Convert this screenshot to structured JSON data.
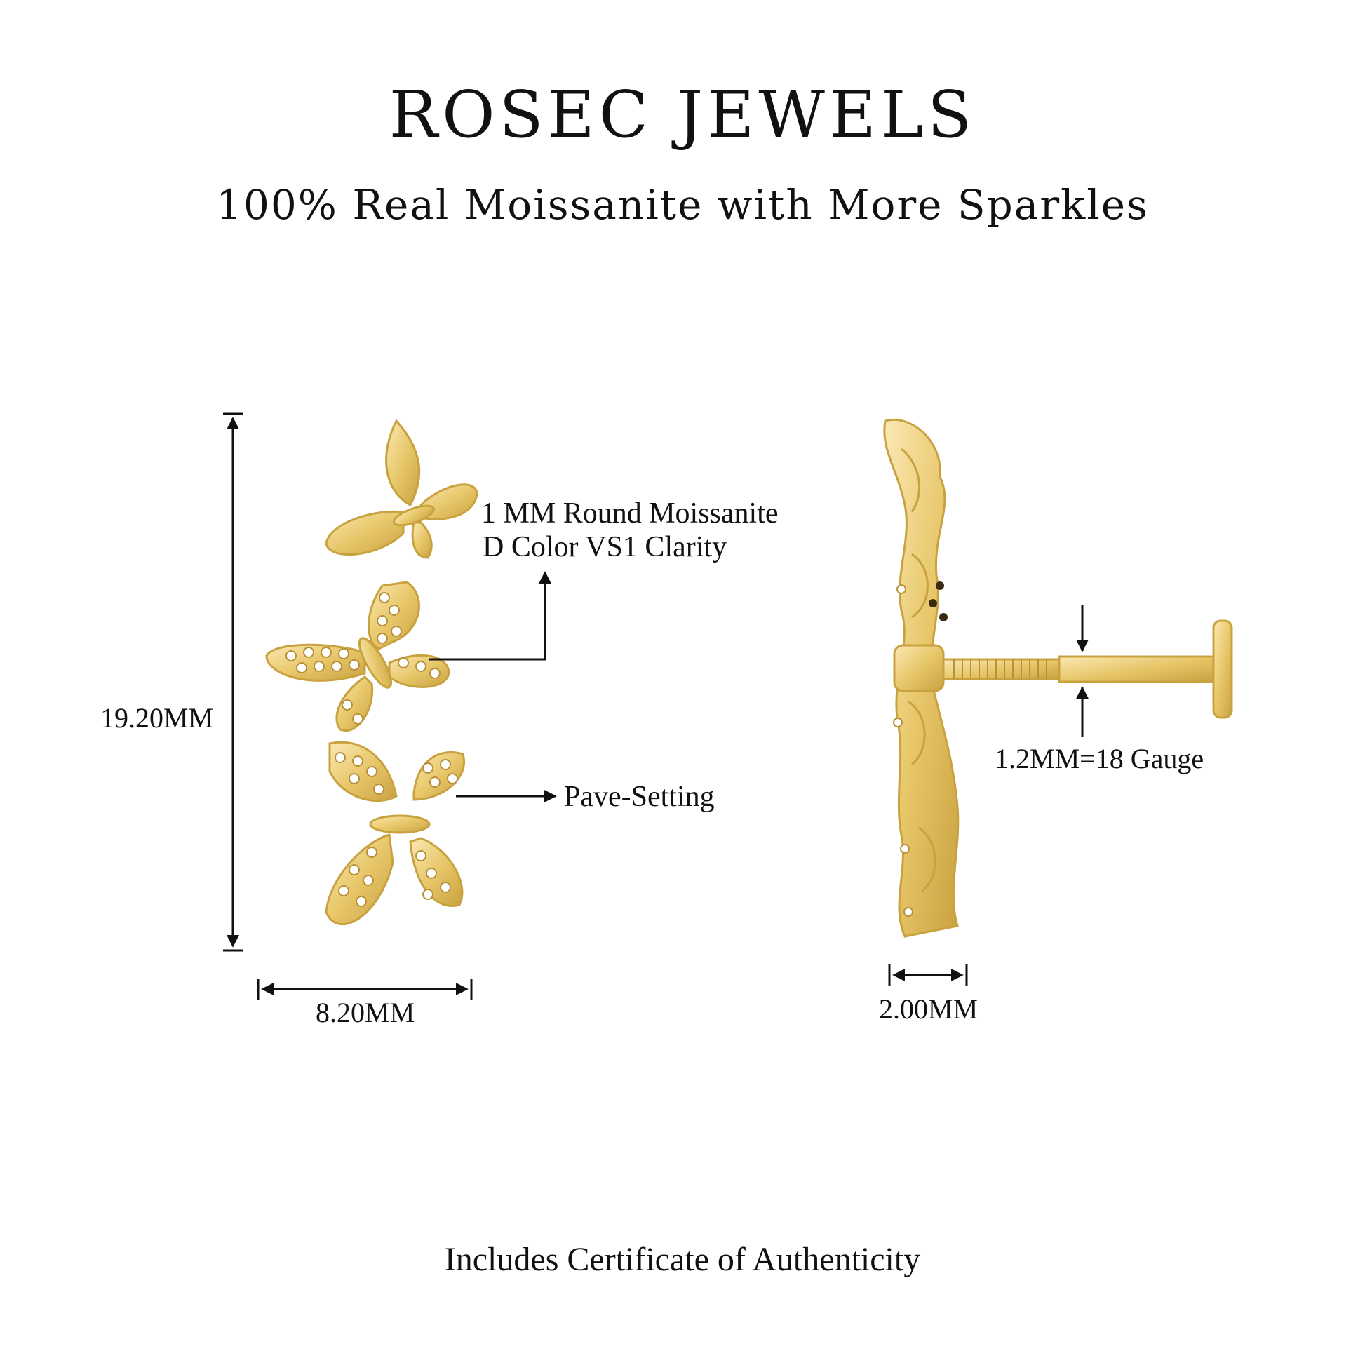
{
  "brand": "ROSEC JEWELS",
  "tagline": "100% Real Moissanite with More Sparkles",
  "dimensions": {
    "height": "19.20MM",
    "width": "8.20MM",
    "depth": "2.00MM",
    "gauge": "1.2MM=18 Gauge"
  },
  "callouts": {
    "stone_line1": "1 MM Round Moissanite",
    "stone_line2": "D Color VS1 Clarity",
    "setting": "Pave-Setting"
  },
  "footer": "Includes Certificate of Authenticity",
  "colors": {
    "gold": "#e8c76a",
    "gold_dark": "#c9a240",
    "gold_light": "#f7e4a6",
    "ink": "#111111"
  }
}
